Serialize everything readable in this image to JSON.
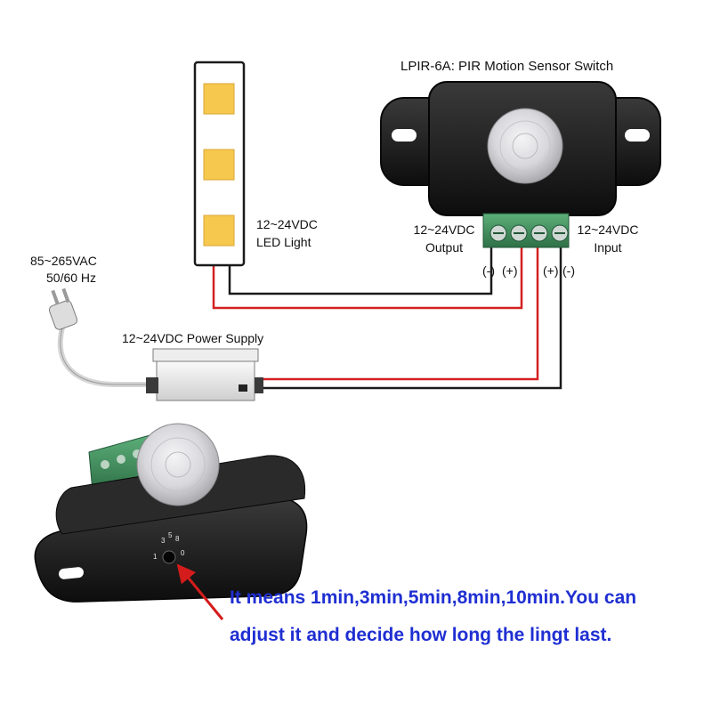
{
  "labels": {
    "sensor_title": "LPIR-6A: PIR Motion Sensor Switch",
    "led_voltage": "12~24VDC",
    "led_name": "LED Light",
    "ac_input": "85~265VAC",
    "ac_freq": "50/60 Hz",
    "power_supply": "12~24VDC Power Supply",
    "output_voltage": "12~24VDC",
    "output_name": "Output",
    "input_voltage": "12~24VDC",
    "input_name": "Input",
    "pol_out_neg": "(-)",
    "pol_out_pos": "(+)",
    "pol_in_pos": "(+)",
    "pol_in_neg": "(-)"
  },
  "dial_ticks": [
    "3",
    "5",
    "8",
    "1",
    "0"
  ],
  "note": {
    "line1": "It means 1min,3min,5min,8min,10min.You can",
    "line2": "adjust it and decide how long the lingt last."
  },
  "colors": {
    "wire_red": "#d42020",
    "wire_black": "#1a1a1a",
    "note_text": "#1f2fd2",
    "arrow": "#d41c1c",
    "led_chip": "#f7c84e",
    "terminal_green": "#3f8f5c"
  },
  "icons": {
    "led_strip": "led-strip-icon",
    "sensor": "pir-sensor-icon",
    "power_supply": "power-supply-icon",
    "plug": "ac-plug-icon",
    "photo": "sensor-photo-icon"
  }
}
